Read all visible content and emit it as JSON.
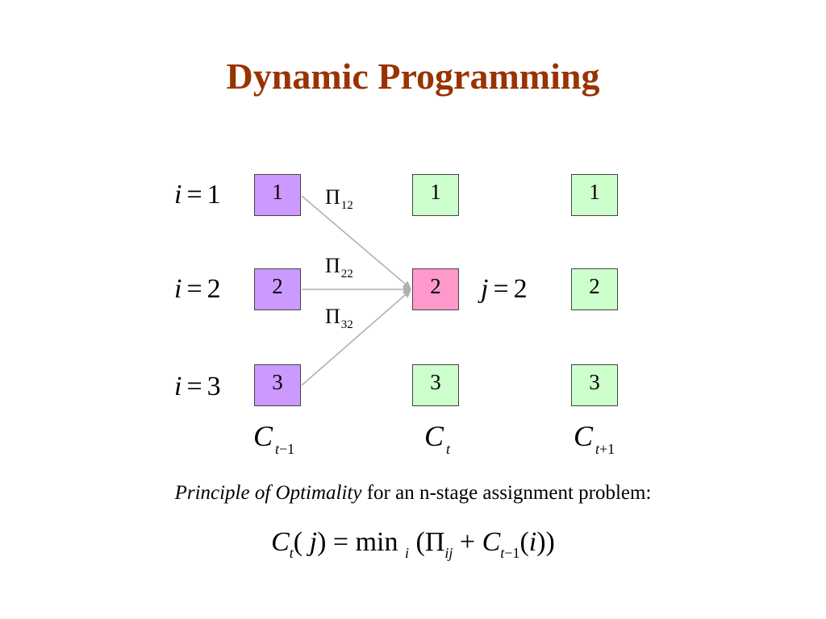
{
  "title": "Dynamic Programming",
  "stages": {
    "prev": {
      "label": "C",
      "sub": "t",
      "sub_op": "−1",
      "nodes": [
        "1",
        "2",
        "3"
      ]
    },
    "curr": {
      "label": "C",
      "sub": "t",
      "sub_op": "",
      "nodes": [
        "1",
        "2",
        "3"
      ]
    },
    "next": {
      "label": "C",
      "sub": "t",
      "sub_op": "+1",
      "nodes": [
        "1",
        "2",
        "3"
      ]
    }
  },
  "row_labels": [
    {
      "var": "i",
      "eq": "=",
      "val": "1"
    },
    {
      "var": "i",
      "eq": "=",
      "val": "2"
    },
    {
      "var": "i",
      "eq": "=",
      "val": "3"
    }
  ],
  "j_label": {
    "var": "j",
    "eq": "=",
    "val": "2"
  },
  "transitions": [
    {
      "symbol": "Π",
      "sub": "12"
    },
    {
      "symbol": "Π",
      "sub": "22"
    },
    {
      "symbol": "Π",
      "sub": "32"
    }
  ],
  "principle": {
    "emphasis": "Principle of Optimality",
    "rest": " for an n-stage assignment problem:"
  },
  "formula": {
    "c": "C",
    "c_sub": "t",
    "open1": "( ",
    "j": "j",
    "close1": ")",
    "eq": " = min ",
    "min_sub": "i",
    "open2": " (",
    "pi": "Π",
    "pi_sub": "ij",
    "plus": " + ",
    "c2": "C",
    "c2_sub": "t",
    "c2_sub_op": "−1",
    "open3": "(",
    "i": "i",
    "close3": "))"
  },
  "colors": {
    "title": "#993300",
    "prev_nodes": "#cc99ff",
    "curr_nodes": "#ccffcc",
    "selected_node": "#ff99cc",
    "arrows": "#b0b0b0"
  }
}
